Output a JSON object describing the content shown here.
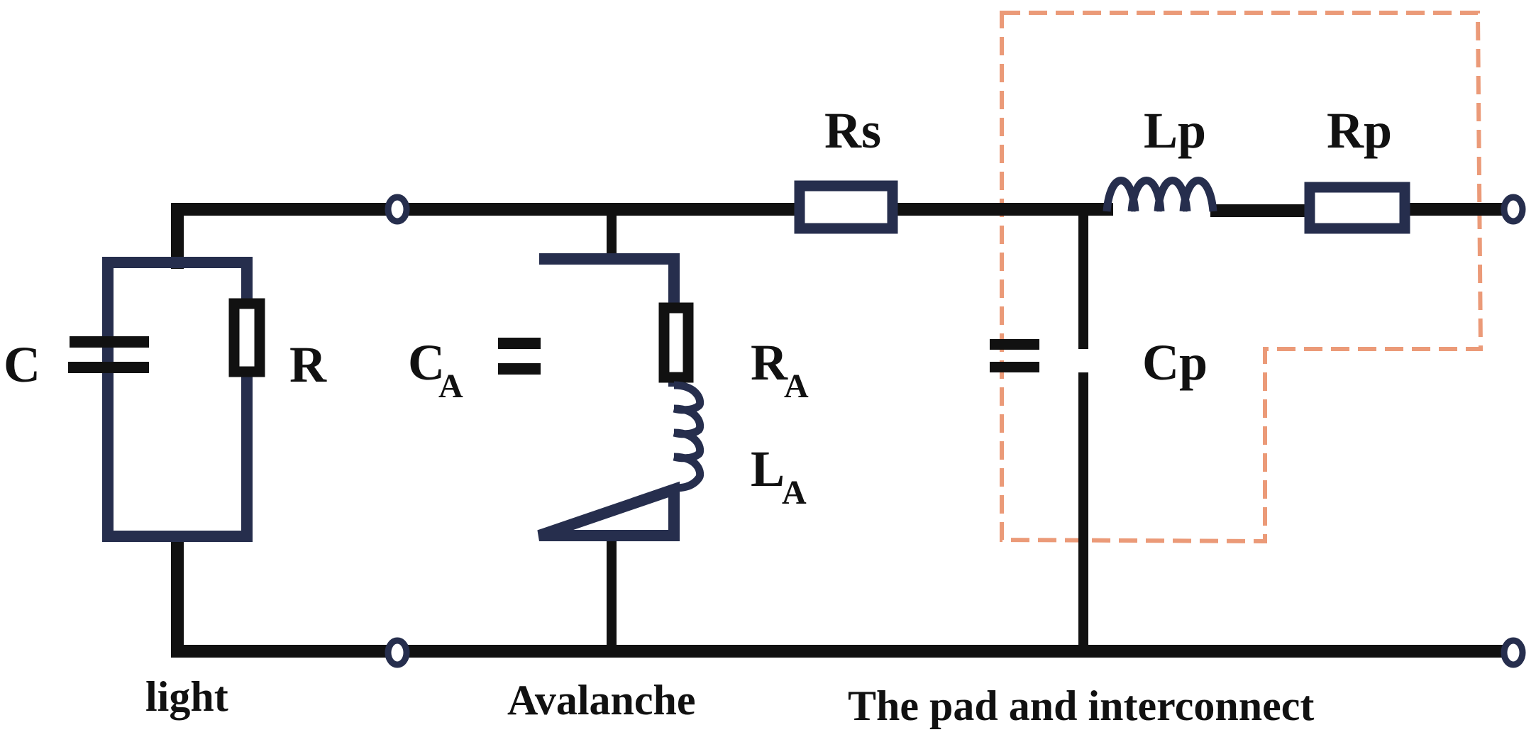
{
  "figure": {
    "type": "equivalent-circuit",
    "colors": {
      "wire": "#111111",
      "component": "#262e4d",
      "dashed_region": "#eb9a78",
      "background": "#ffffff"
    }
  },
  "components": {
    "C": {
      "label": "C",
      "sub": ""
    },
    "R": {
      "label": "R",
      "sub": ""
    },
    "CA": {
      "label": "C",
      "sub": "A"
    },
    "RA": {
      "label": "R",
      "sub": "A"
    },
    "LA": {
      "label": "L",
      "sub": "A"
    },
    "Rs": {
      "label": "Rs"
    },
    "Lp": {
      "label": "Lp"
    },
    "Rp": {
      "label": "Rp"
    },
    "Cp": {
      "label": "Cp"
    }
  },
  "sections": {
    "light": "light",
    "avalanche": "Avalanche",
    "pad": "The pad and interconnect"
  }
}
